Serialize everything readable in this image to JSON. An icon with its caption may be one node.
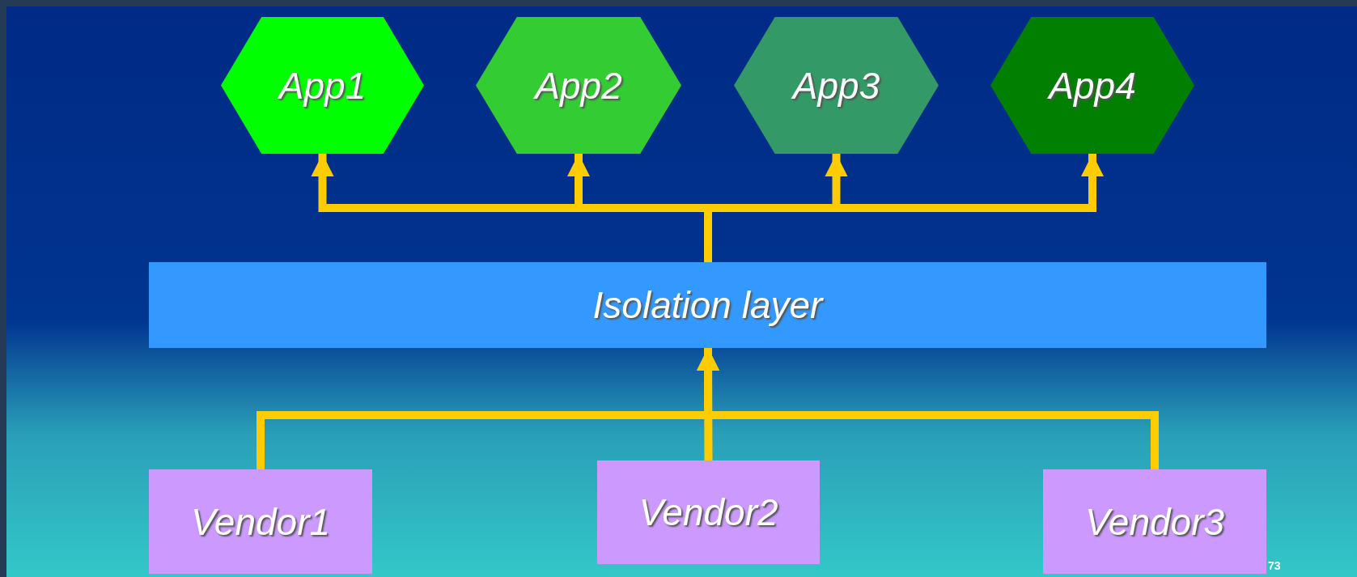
{
  "diagram": {
    "nodes": [
      {
        "text": [
          "App1"
        ]
      },
      {
        "text": [
          "App2"
        ]
      },
      {
        "text": [
          "App3"
        ]
      },
      {
        "text": [
          "App4"
        ]
      },
      {
        "text": [
          "Isolation layer"
        ]
      },
      {
        "text": [
          "Vendor1"
        ]
      },
      {
        "text": [
          "Vendor2"
        ]
      },
      {
        "text": [
          "Vendor3"
        ]
      }
    ],
    "edges": [
      {
        "from": 4,
        "to": 0,
        "arrow": "to"
      },
      {
        "from": 4,
        "to": 1,
        "arrow": "to"
      },
      {
        "from": 4,
        "to": 2,
        "arrow": "to"
      },
      {
        "from": 4,
        "to": 3,
        "arrow": "to"
      },
      {
        "from": 5,
        "to": 4,
        "arrow": "to"
      },
      {
        "from": 6,
        "to": 4,
        "arrow": "to"
      },
      {
        "from": 7,
        "to": 4,
        "arrow": "to"
      }
    ],
    "labels": [
      "73"
    ]
  }
}
